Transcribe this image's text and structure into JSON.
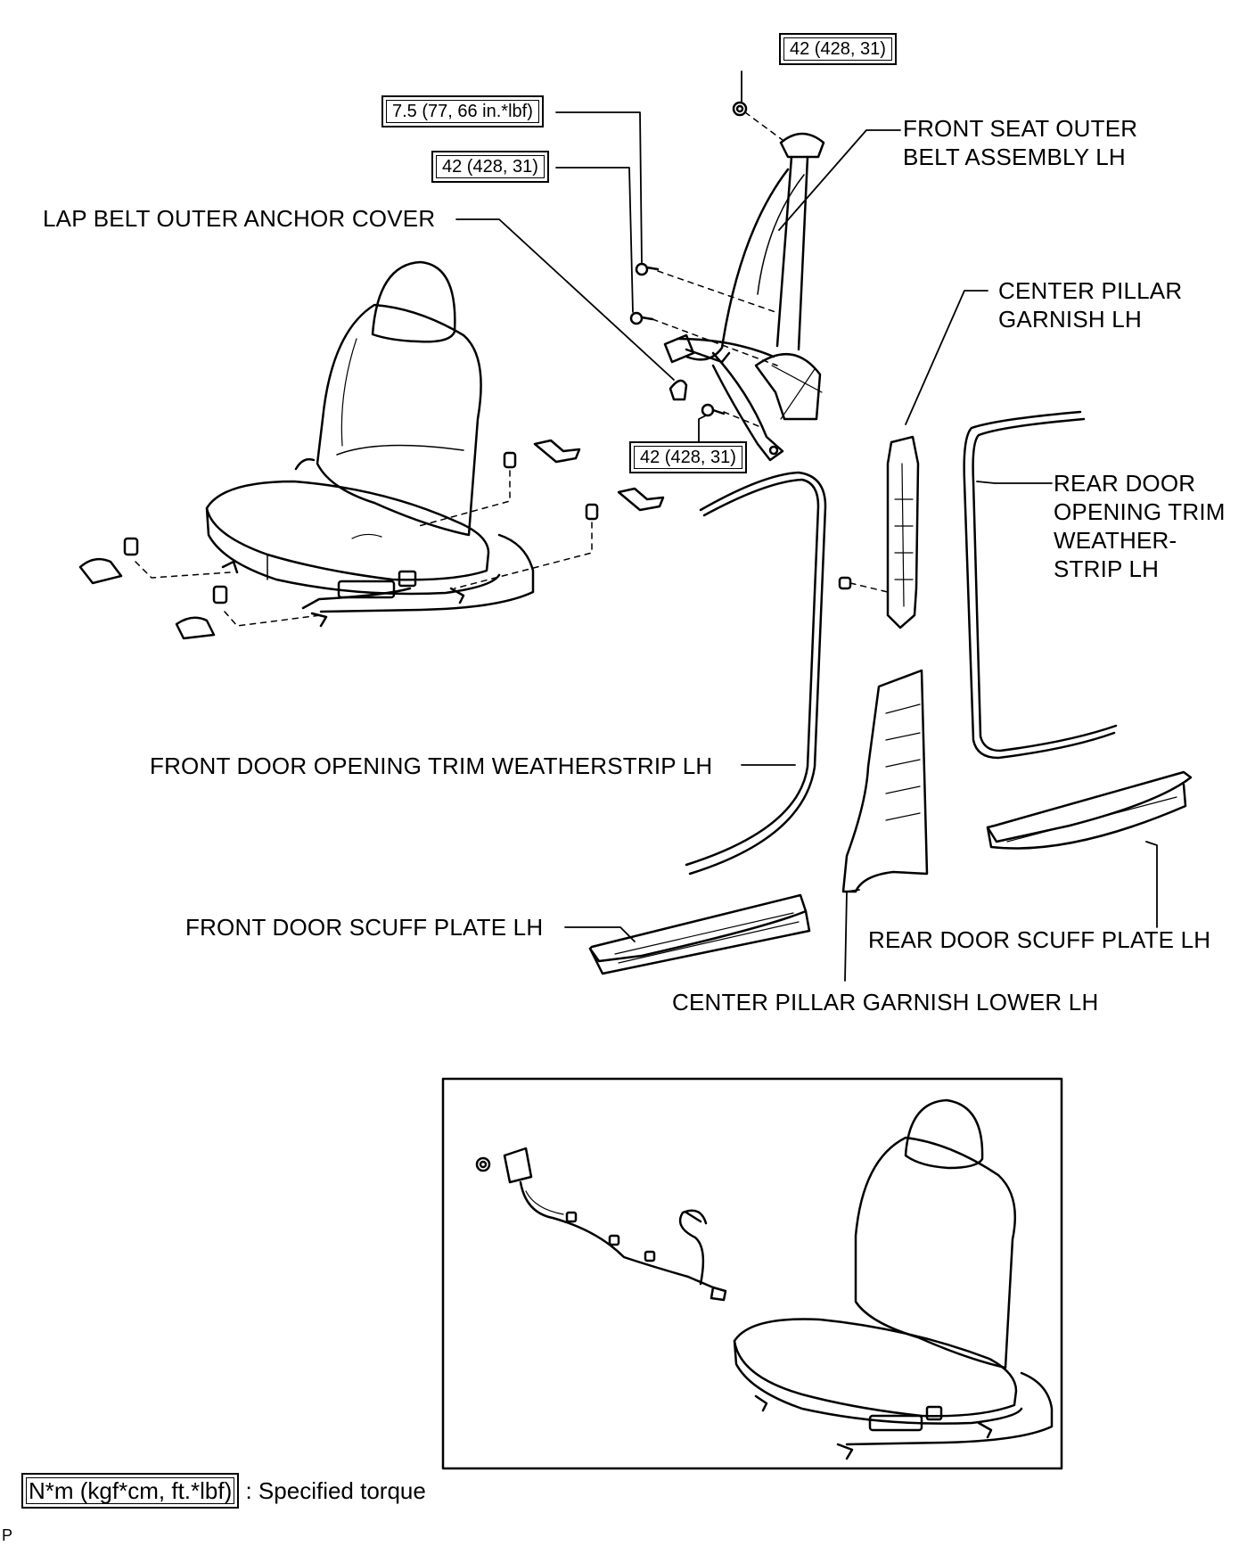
{
  "labels": {
    "front_seat_outer_belt": "FRONT SEAT OUTER\nBELT ASSEMBLY LH",
    "lap_belt_cover": "LAP BELT OUTER ANCHOR COVER",
    "center_pillar_garnish": "CENTER PILLAR\nGARNISH LH",
    "rear_door_trim": "REAR DOOR\nOPENING TRIM\nWEATHER-\nSTRIP LH",
    "front_door_trim": "FRONT DOOR OPENING TRIM WEATHERSTRIP LH",
    "front_scuff": "FRONT DOOR SCUFF PLATE LH",
    "rear_scuff": "REAR DOOR SCUFF PLATE LH",
    "center_pillar_lower": "CENTER PILLAR GARNISH LOWER LH"
  },
  "torques": {
    "upper_anchor": "42 (428, 31)",
    "guide_bolt": "7.5 (77, 66 in.*lbf)",
    "retractor_bolt": "42 (428, 31)",
    "lower_anchor": "42 (428, 31)"
  },
  "legend": {
    "unit": "N*m (kgf*cm, ft.*lbf)",
    "text": ": Specified torque"
  },
  "figure_code": "P"
}
